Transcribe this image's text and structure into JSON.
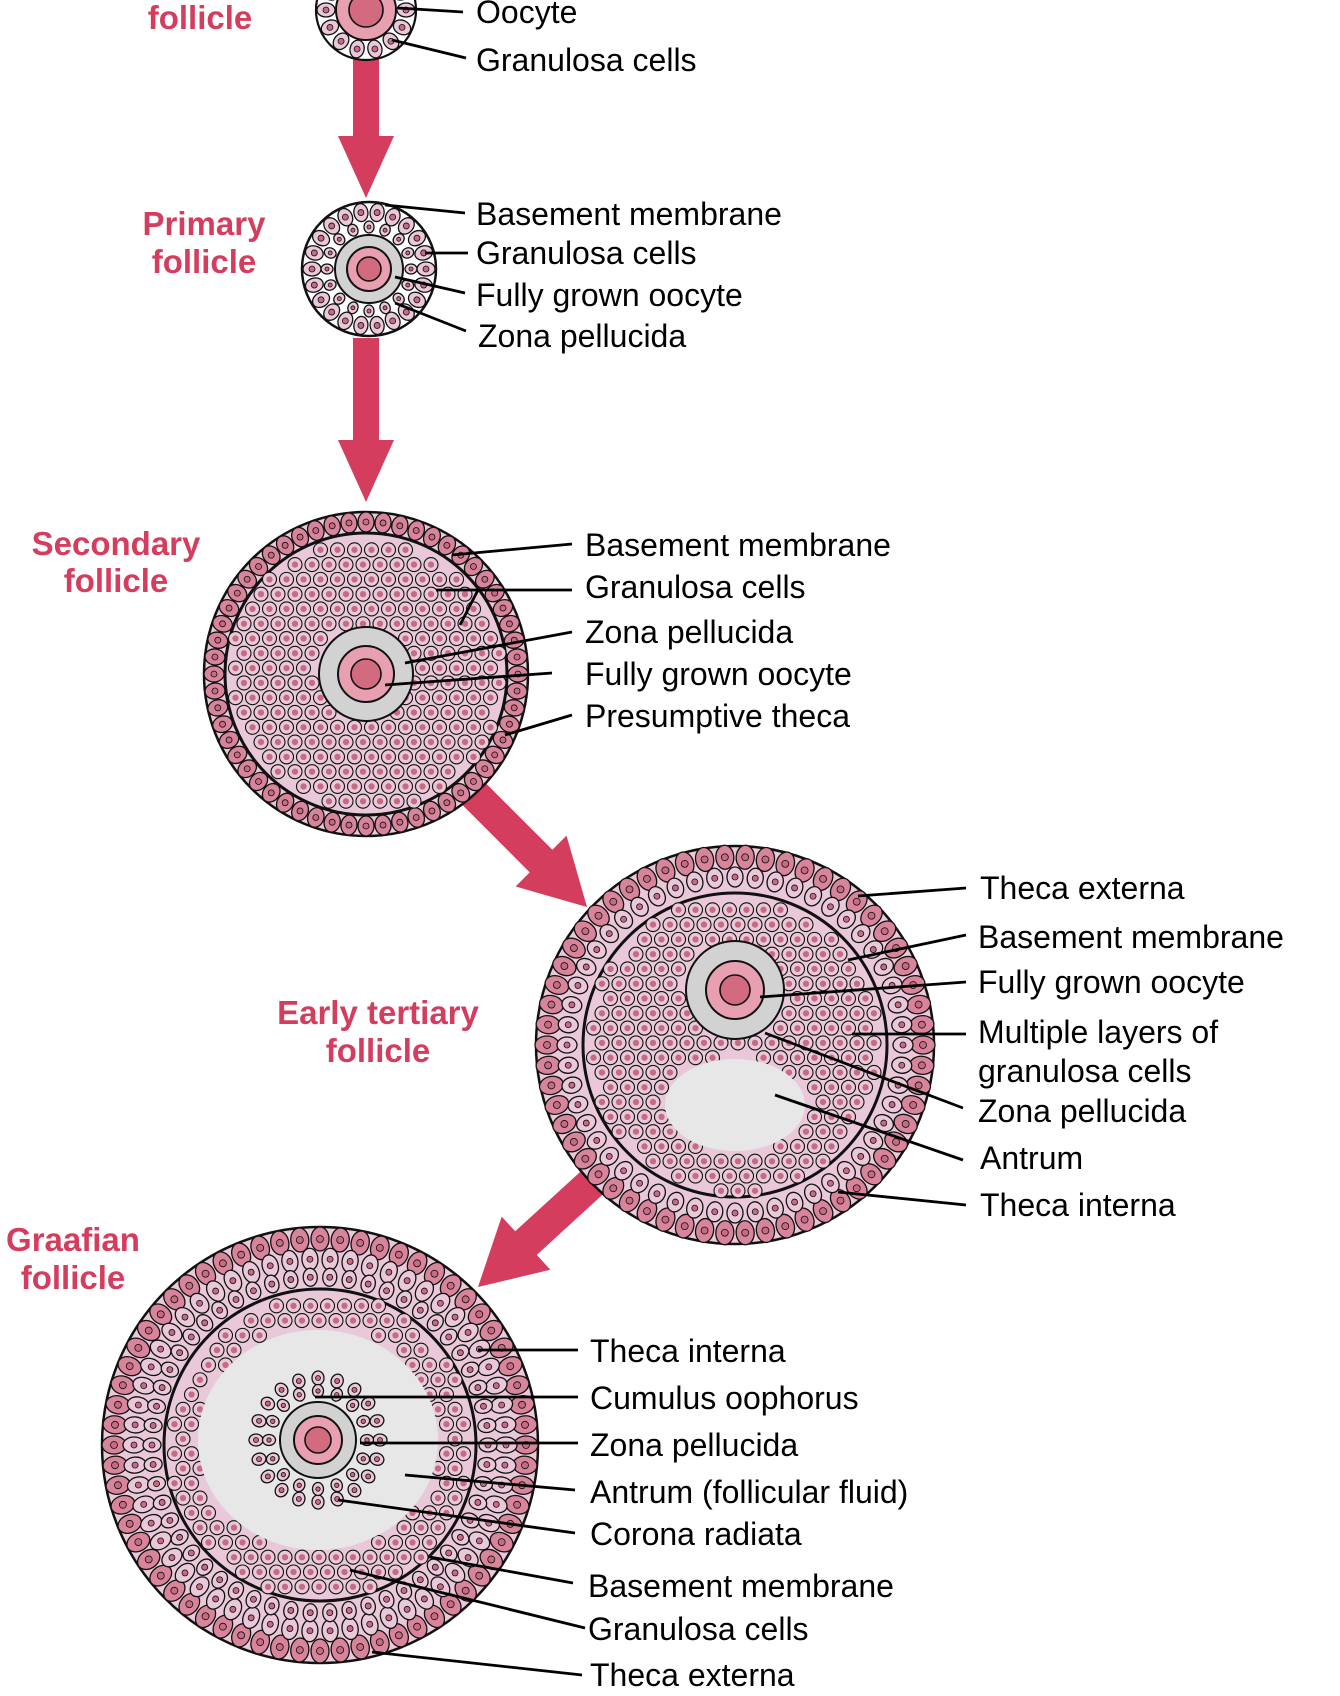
{
  "colors": {
    "accent": "#d43d5e",
    "cell_fill": "#e9c9d9",
    "cell_fill_dark": "#d8849b",
    "nucleus": "#c76b84",
    "oocyte": "#e8a0b0",
    "oocyte_nucleus": "#d26a80",
    "zona": "#d2d2d2",
    "antrum": "#e7e7e7",
    "outline": "#111111"
  },
  "stages": [
    {
      "id": "primordial",
      "title_lines": [
        "follicle"
      ],
      "labels": [
        "Oocyte",
        "Granulosa cells"
      ]
    },
    {
      "id": "primary",
      "title_lines": [
        "Primary",
        "follicle"
      ],
      "labels": [
        "Basement membrane",
        "Granulosa cells",
        "Fully grown oocyte",
        "Zona pellucida"
      ]
    },
    {
      "id": "secondary",
      "title_lines": [
        "Secondary",
        "follicle"
      ],
      "labels": [
        "Basement membrane",
        "Granulosa cells",
        "Zona pellucida",
        "Fully grown oocyte",
        "Presumptive theca"
      ]
    },
    {
      "id": "early-tertiary",
      "title_lines": [
        "Early tertiary",
        "follicle"
      ],
      "labels": [
        "Theca externa",
        "Basement membrane",
        "Fully grown oocyte",
        "Multiple layers of",
        "granulosa cells",
        "Zona pellucida",
        "Antrum",
        "Theca interna"
      ]
    },
    {
      "id": "graafian",
      "title_lines": [
        "Graafian",
        "follicle"
      ],
      "labels": [
        "Theca interna",
        "Cumulus oophorus",
        "Zona pellucida",
        "Antrum (follicular fluid)",
        "Corona radiata",
        "Basement membrane",
        "Granulosa cells",
        "Theca externa"
      ]
    }
  ]
}
